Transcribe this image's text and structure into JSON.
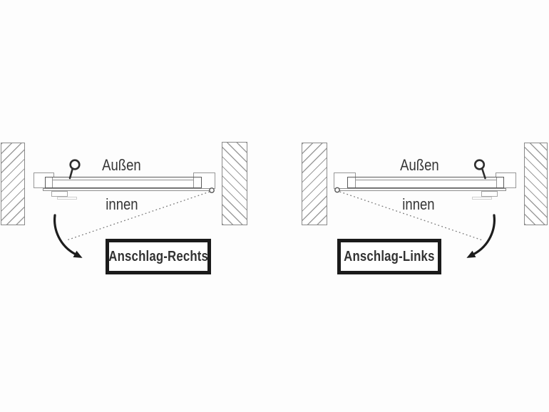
{
  "diagram_left": {
    "outside_label": "Außen",
    "inside_label": "innen",
    "caption": "Anschlag-Rechts"
  },
  "diagram_right": {
    "outside_label": "Außen",
    "inside_label": "innen",
    "caption": "Anschlag-Links"
  },
  "colors": {
    "line": "#5a5a5a",
    "hatch": "#9c9c9c",
    "arrow": "#1d1d1d",
    "box_border": "#1b1b1b",
    "text": "#353535"
  }
}
